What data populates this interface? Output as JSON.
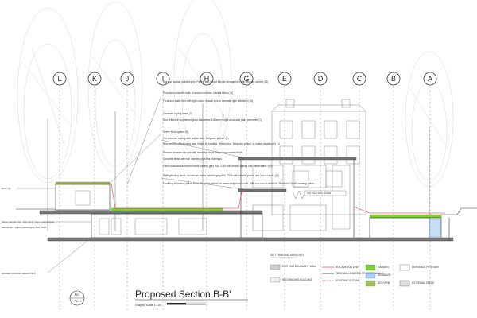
{
  "title": "Proposed Section B-B'",
  "scale": "Graphic Scale 1:100",
  "sheet_marker": {
    "top": "SEC",
    "bottom": "PL-4"
  },
  "grid_labels": [
    "L",
    "K",
    "J",
    "I",
    "H",
    "G",
    "E",
    "D",
    "C",
    "B",
    "A"
  ],
  "road_label": "VIA PILLOWS ROAD",
  "left_notes": [
    "finish (4)",
    "frame painted grey. Aluminium frame painted grey",
    "Aluminium fl frame painted grey RAL 7035",
    "exposed concrete, natural finish."
  ],
  "notes": [
    "Mid-rise section painted grey. Panels and roof of bicycle storage infill with wooden screen (19)",
    "Proposed concrete walls, exposed concrete, natural finish (16)",
    "Front and walls, tiled with light colour mosaic tiles to increase light reflection (15)",
    "Concrete coping stone (2)",
    "Non-reflective toughened glass balustrade 1100mm height all around patio perimeter (7)",
    "Green Roof system (5)",
    "Tile concrete coping with yellow brick \"Belgrave yellow\" (1)",
    "New section of boundary wall, height as existing. Yellow brick \"Belgrave yellow\" to match neighbour's (1)",
    "Precast concrete flat roof with rainwater slope. Exposed concrete finish",
    "Concrete finish wall with inserted pipes for chimneys",
    "Fixed windows Aluminium frame painted grey RAL 7035 with double glazed unit, low e-value. (13)",
    "Sliding/folding doors. Aluminium frame painted grey RAL 7035 with double glazed unit, low e-value. (12)",
    "Front top to receive yellow brick \"Belgrave yellow\" to match neighbour's wall. With one row of red brick \"Bestwick Gerrit\" creating frame"
  ],
  "legend": {
    "title": "PATTERNS AND AREAS KEY",
    "existing_boundary": "EXISTING BOUNDARY WALL",
    "neighbours": "NEIGHBOURS BUILDING",
    "excavation": "EXCAVATION LINE",
    "new_walls": "NEW WALLS/ADDED RETAINED WALLS",
    "existing_outline": "EXISTING OUTLINE",
    "garden": "GARDEN",
    "drainage": "DRAINAGE",
    "entrance_path": "ENTRANCE PATH WAY",
    "dig_fabric": "DIG FARM",
    "external_space": "EXTERNAL SPACE"
  },
  "colors": {
    "green_roof": "#7fd13b",
    "excavation": "#e02020",
    "drainage": "#5aa0e0",
    "concrete": "#777777"
  }
}
